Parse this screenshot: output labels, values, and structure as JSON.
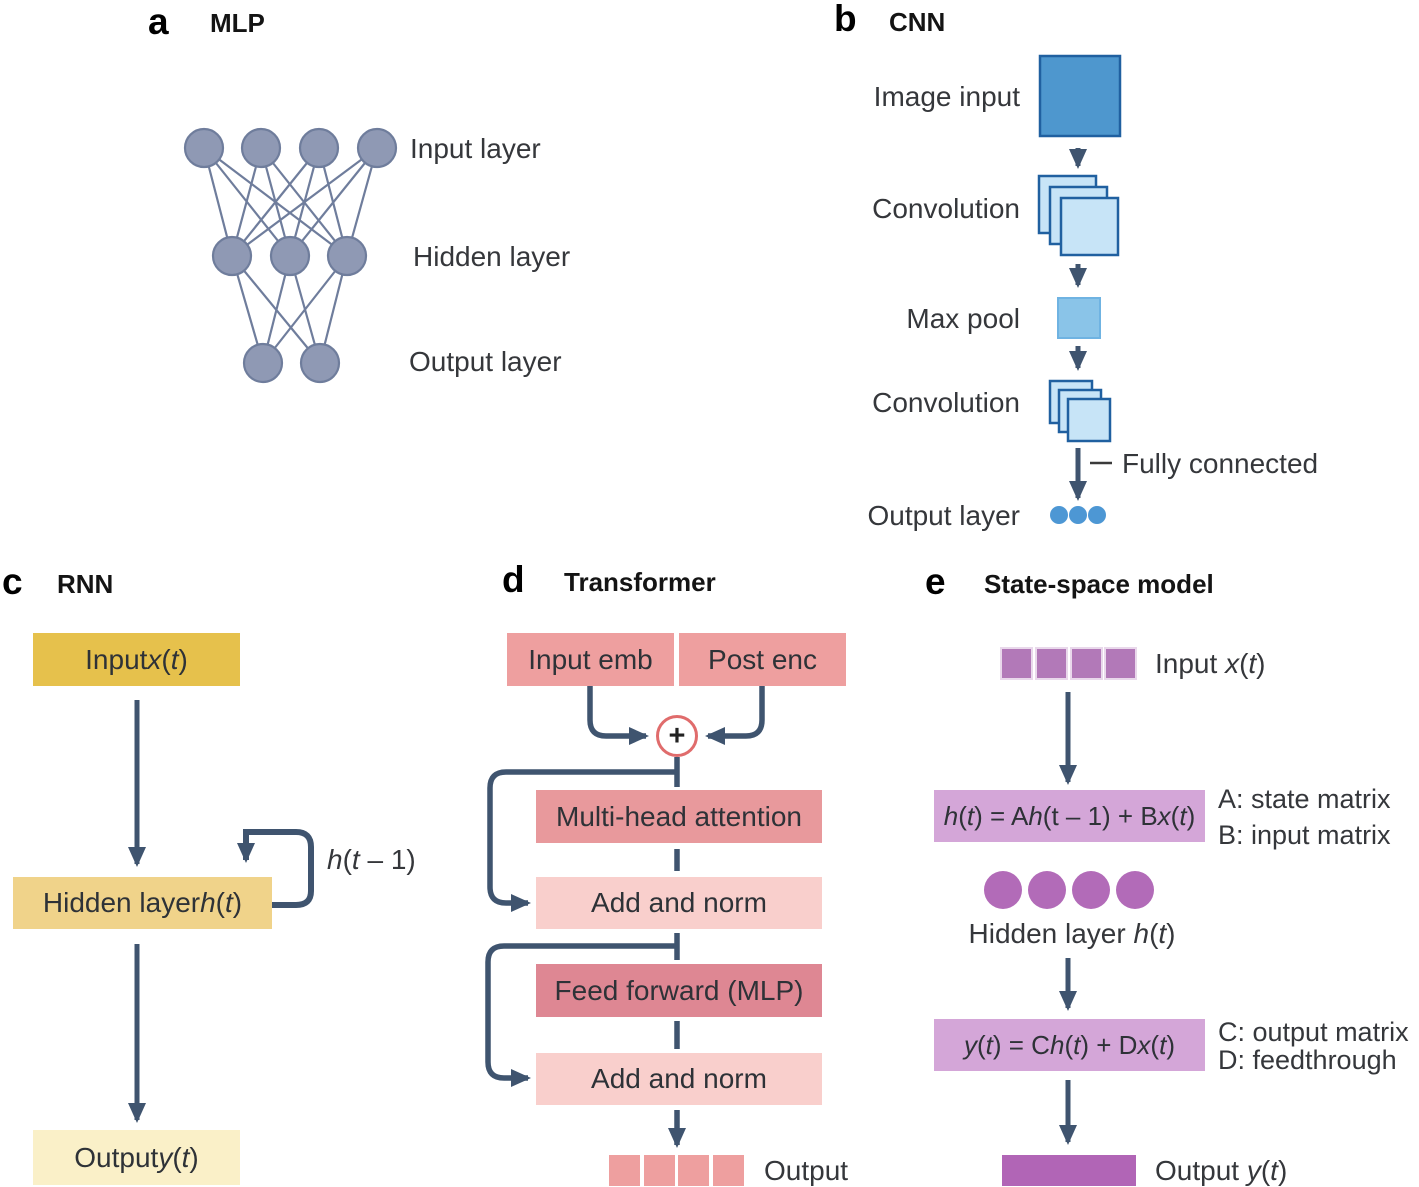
{
  "figure": {
    "description": "Neural network architecture diagrams",
    "palette": {
      "arrow_navy": "#3F546F",
      "mlp_node": "#8F99B4",
      "mlp_node_border": "#6F7D9C",
      "cnn_input_blue": "#4E97CE",
      "cnn_conv_blue": "#C7E4F7",
      "cnn_maxpool_blue": "#8AC4E8",
      "cnn_border_blue": "#2060A0",
      "cnn_dot_blue": "#4D97D4",
      "rnn_gold_dark": "#E6C14C",
      "rnn_gold_mid": "#F0D38A",
      "rnn_gold_pale": "#FAF0C8",
      "tf_salmon": "#EE9F9F",
      "tf_attention": "#E8999C",
      "tf_addnorm": "#F9CFCC",
      "tf_feedforward": "#DE8793",
      "tf_plus_ring": "#E06C6C",
      "ssm_square": "#B279B8",
      "ssm_circle": "#B26BB8",
      "ssm_formula_box": "#D4A6D8",
      "ssm_output_box": "#B165B6"
    }
  },
  "panels": {
    "a": {
      "letter": "a",
      "title": "MLP",
      "labels": {
        "input": "Input layer",
        "hidden": "Hidden layer",
        "output": "Output layer"
      },
      "structure": {
        "input_nodes": 4,
        "hidden_nodes": 3,
        "output_nodes": 2
      }
    },
    "b": {
      "letter": "b",
      "title": "CNN",
      "labels": {
        "image_input": "Image input",
        "conv1": "Convolution",
        "max_pool": "Max pool",
        "conv2": "Convolution",
        "fully_connected": "Fully connected",
        "output_layer": "Output layer"
      }
    },
    "c": {
      "letter": "c",
      "title": "RNN",
      "boxes": {
        "input": "Input <i>x</i>(<i>t</i>)",
        "hidden": "Hidden layer <i>h</i>(<i>t</i>)",
        "output": "Output <i>y</i>(<i>t</i>)"
      },
      "recurrence_label": "<i>h</i>(<i>t</i> – 1)"
    },
    "d": {
      "letter": "d",
      "title": "Transformer",
      "boxes": {
        "input_emb": "Input emb",
        "post_enc": "Post enc",
        "multi_head": "Multi-head attention",
        "add_norm1": "Add and norm",
        "feed_forward": "Feed forward (MLP)",
        "add_norm2": "Add and norm"
      },
      "plus_sign": "+",
      "output_label": "Output"
    },
    "e": {
      "letter": "e",
      "title": "State-space model",
      "input_label": "Input <i>x</i>(<i>t</i>)",
      "state_eq": "<i>h</i>(<i>t</i>) = A<i>h</i>(t – 1) + B<i>x</i>(<i>t</i>)",
      "state_notes": [
        "A: state matrix",
        "B: input matrix"
      ],
      "hidden_label": "Hidden layer <i>h</i>(<i>t</i>)",
      "output_eq": "<i>y</i>(<i>t</i>) = C<i>h</i>(<i>t</i>) + D<i>x</i>(<i>t</i>)",
      "output_notes": [
        "C: output matrix",
        "D: feedthrough"
      ],
      "output_label": "Output <i>y</i>(<i>t</i>)"
    }
  }
}
